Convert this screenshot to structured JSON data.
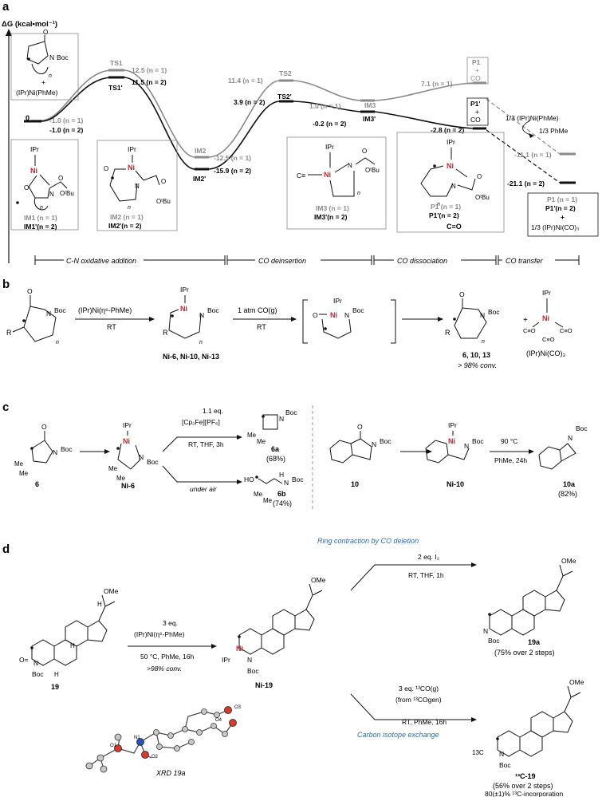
{
  "panels": {
    "a": "a",
    "b": "b",
    "c": "c",
    "d": "d"
  },
  "a": {
    "yaxis": "ΔG (kcal•mol⁻¹)",
    "zero": "0",
    "ts1": "TS1",
    "ts1p": "TS1'",
    "ts2": "TS2",
    "ts2p": "TS2'",
    "im2": "IM2",
    "im2p": "IM2'",
    "im3": "IM3",
    "im3p": "IM3'",
    "p1": "P1",
    "p1p": "P1'",
    "plus": "+",
    "co": "CO",
    "v_start_n1": "-1.0 (n = 1)",
    "v_start_n2": "-1.0 (n = 2)",
    "v_ts1_n1": "12.5 (n = 1)",
    "v_ts1_n2": "11.5 (n = 2)",
    "v_im2_n1": "-12.5 (n = 1)",
    "v_im2_n2": "-15.9 (n = 2)",
    "v_ts2_n1": "11.4 (n = 1)",
    "v_ts2_n2": "3.9 (n = 2)",
    "v_im3_n1": "1.0 (n = 1)",
    "v_im3_n2": "-0.2 (n = 2)",
    "v_p1_n1": "7.1 (n = 1)",
    "v_p1_n2": "-2.8 (n = 2)",
    "v_end_n1": "-11.1 (n = 1)",
    "v_end_n2": "-21.1 (n = 2)",
    "reagent": "1/3 (IPr)Ni(PhMe)",
    "byproduct": "1/3 PhMe",
    "box_start_plus": "+",
    "box_start_ni": "(IPr)Ni(PhMe)",
    "box_im1_n1": "IM1 (n = 1)",
    "box_im1_n2": "IM1'(n = 2)",
    "box_im2_n1": "IM2 (n = 1)",
    "box_im2_n2": "IM2'(n = 2)",
    "box_im3_n1": "IM3 (n = 1)",
    "box_im3_n2": "IM3'(n = 2)",
    "box_p1_n1": "P1 (n = 1)",
    "box_p1_n2": "P1'(n = 2)",
    "box_p1_co": "C≡O",
    "box_end_n1": "P1 (n = 1)",
    "box_end_n2": "P1'(n = 2)",
    "box_end_plus": "+",
    "box_end_ni": "1/3 (IPr)Ni(CO)₃",
    "stage1": "C-N oxidative addition",
    "stage2": "CO deinsertion",
    "stage3": "CO dissociation",
    "stage4": "CO transfer",
    "ipr": "IPr",
    "ni": "Ni",
    "boc": "Boc",
    "otbu": "OᵗBu",
    "n": "n"
  },
  "b": {
    "reagent1": "(IPr)Ni(η⁶-PhMe)",
    "cond1": "RT",
    "reagent2": "1 atm CO(g)",
    "cond2": "RT",
    "compounds": "Ni-6, Ni-10, Ni-13",
    "products": "6, 10, 13",
    "conv": "> 98% conv.",
    "plus": "+",
    "nico3": "(IPr)Ni(CO)₃",
    "r": "R",
    "ipr": "IPr",
    "ni": "Ni",
    "boc": "Boc",
    "n": "n",
    "o": "O"
  },
  "c": {
    "cmpd6": "6",
    "ni6": "Ni-6",
    "oxidant_eq": "1.1 eq.",
    "oxidant": "[Cp₂Fe][PF₆]",
    "cond_ox": "RT, THF, 3h",
    "p6a": "6a",
    "y6a": "(68%)",
    "air": "under air",
    "p6b": "6b",
    "y6b": "(74%)",
    "cmpd10": "10",
    "ni10": "Ni-10",
    "cond10_t": "90 °C",
    "cond10_s": "PhMe, 24h",
    "p10a": "10a",
    "y10a": "(82%)",
    "boc": "Boc",
    "ipr": "IPr",
    "ni": "Ni",
    "ho": "HO",
    "h": "H",
    "o": "O"
  },
  "d": {
    "title_top": "Ring contraction by CO deletion",
    "title_bottom": "Carbon isotope exchange",
    "reag_eq": "3 eq.",
    "reag": "(IPr)Ni(η⁶-PhMe)",
    "cond1": "50 °C, PhMe, 16h",
    "conv": ">98% conv.",
    "i2": "2 eq. I₂",
    "i2cond": "RT, THF, 1h",
    "co13": "3 eq. ¹³CO(g)",
    "co13src": "(from ¹³COgen)",
    "co13cond": "RT, PhMe, 16h",
    "c19": "19",
    "ni19": "Ni-19",
    "p19a": "19a",
    "y19a": "(75% over 2 steps)",
    "p13c19": "¹³C-19",
    "y13c19": "(56% over 2 steps)",
    "incorp": "80(±1)% ¹³C-incorporation",
    "xrd": "XRD 19a",
    "ome": "OMe",
    "boc": "Boc",
    "ipr": "IPr",
    "ni": "Ni",
    "h": "H",
    "o1": "O1",
    "o2": "O2",
    "o3": "O3",
    "o4": "O4",
    "n1": "N1",
    "c13": "13C"
  },
  "colors": {
    "nickel": "#c0282d",
    "accent": "#2a6db0",
    "n1series": "#8a8a8a",
    "n2series": "#111111"
  }
}
